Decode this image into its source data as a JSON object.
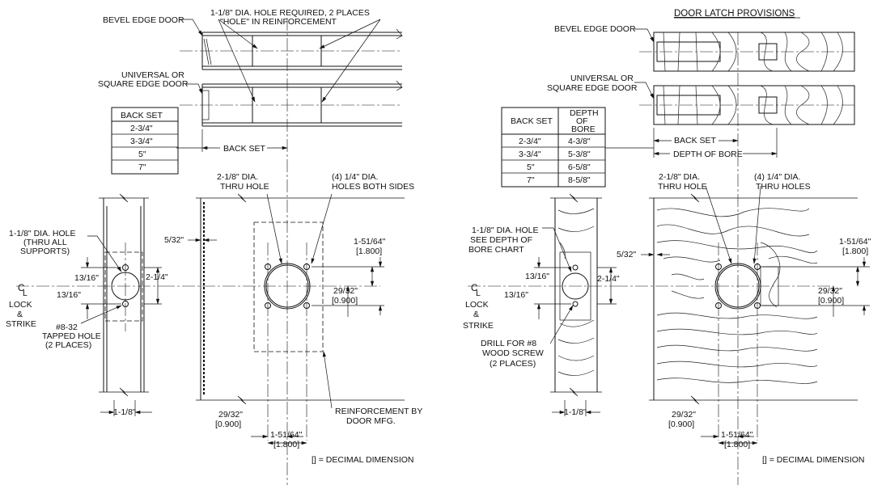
{
  "left": {
    "bevel_edge_door": "BEVEL EDGE DOOR",
    "hole_required_1": "1-1/8\" DIA. HOLE REQUIRED, 2 PLACES",
    "hole_required_2": "\"HOLE\" IN REINFORCEMENT",
    "universal_1": "UNIVERSAL OR",
    "universal_2": "SQUARE EDGE DOOR",
    "table": {
      "header": "BACK SET",
      "rows": [
        "2-3/4\"",
        "3-3/4\"",
        "5\"",
        "7\""
      ]
    },
    "back_set": "BACK SET",
    "thru_hole_1": "2-1/8\" DIA.",
    "thru_hole_2": "THRU HOLE",
    "holes_both_1": "(4) 1/4\" DIA.",
    "holes_both_2": "HOLES BOTH SIDES",
    "dia_hole_1": "1-1/8\" DIA. HOLE",
    "dia_hole_2": "(THRU ALL",
    "dia_hole_3": "SUPPORTS)",
    "d_13_16_a": "13/16\"",
    "d_13_16_b": "13/16\"",
    "d_2_1_4": "2-1/4\"",
    "cl_label": "C",
    "cl_sub": "L",
    "lock_1": "LOCK",
    "lock_2": "&",
    "lock_3": "STRIKE",
    "tapped_1": "#8-32",
    "tapped_2": "TAPPED HOLE",
    "tapped_3": "(2 PLACES)",
    "d_5_32": "5/32\"",
    "d_1_51_64": "1-51/64\"",
    "d_1_800": "[1.800]",
    "d_29_32": "29/32\"",
    "d_0_900": "[0.900]",
    "bottom_1_1_8": "1-1/8\"",
    "bottom_29_32": "29/32\"",
    "bottom_0_900": "[0.900]",
    "bottom_1_51_64": "1-51/64\"",
    "bottom_1_800": "[1.800]",
    "reinf_1": "REINFORCEMENT BY",
    "reinf_2": "DOOR MFG.",
    "decimal": "[] = DECIMAL DIMENSION"
  },
  "right": {
    "title": "DOOR LATCH PROVISIONS",
    "bevel_edge_door": "BEVEL EDGE DOOR",
    "universal_1": "UNIVERSAL OR",
    "universal_2": "SQUARE EDGE DOOR",
    "table": {
      "col1": "BACK SET",
      "col2_1": "DEPTH",
      "col2_2": "OF",
      "col2_3": "BORE",
      "rows": [
        [
          "2-3/4\"",
          "4-3/8\""
        ],
        [
          "3-3/4\"",
          "5-3/8\""
        ],
        [
          "5\"",
          "6-5/8\""
        ],
        [
          "7\"",
          "8-5/8\""
        ]
      ]
    },
    "back_set": "BACK SET",
    "depth_of_bore": "DEPTH OF BORE",
    "thru_hole_1": "2-1/8\" DIA.",
    "thru_hole_2": "THRU HOLE",
    "thru_holes_1": "(4) 1/4\" DIA.",
    "thru_holes_2": "THRU HOLES",
    "dia_hole_1": "1-1/8\" DIA. HOLE",
    "dia_hole_2": "SEE DEPTH OF",
    "dia_hole_3": "BORE CHART",
    "d_5_32": "5/32\"",
    "d_1_51_64": "1-51/64\"",
    "d_1_800": "[1.800]",
    "d_13_16_a": "13/16\"",
    "d_13_16_b": "13/16\"",
    "d_2_1_4": "2-1/4\"",
    "d_29_32": "29/32\"",
    "d_0_900": "[0.900]",
    "cl_label": "C",
    "cl_sub": "L",
    "lock_1": "LOCK",
    "lock_2": "&",
    "lock_3": "STRIKE",
    "drill_1": "DRILL FOR #8",
    "drill_2": "WOOD SCREW",
    "drill_3": "(2 PLACES)",
    "bottom_1_1_8": "1-1/8\"",
    "bottom_29_32": "29/32\"",
    "bottom_0_900": "[0.900]",
    "bottom_1_51_64": "1-51/64\"",
    "bottom_1_800": "[1.800]",
    "decimal": "[] = DECIMAL DIMENSION"
  }
}
